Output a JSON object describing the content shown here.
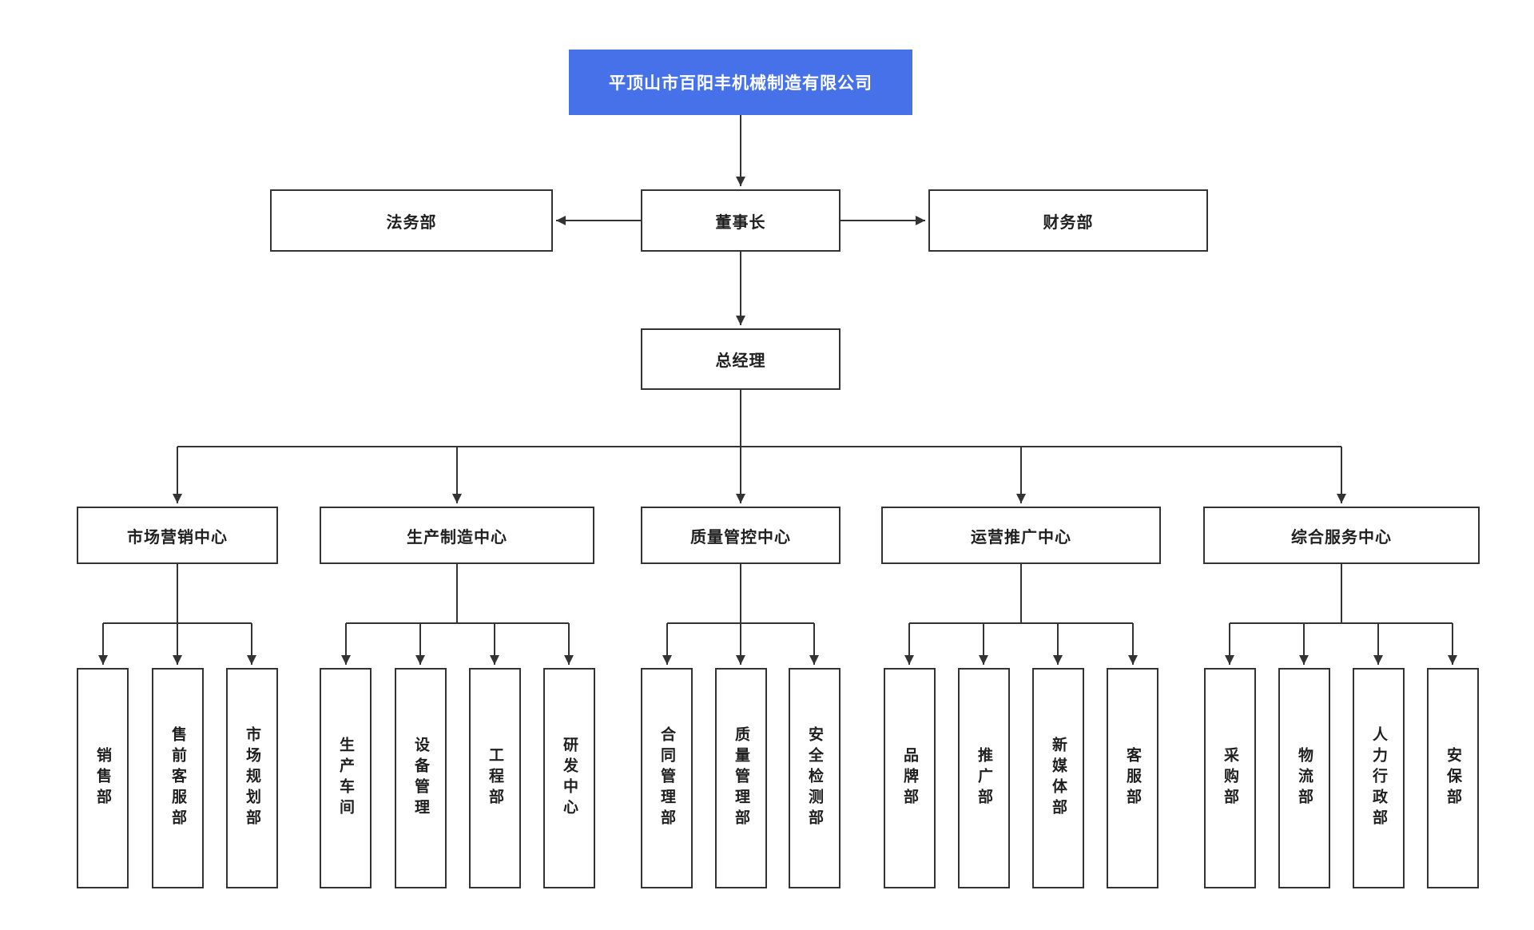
{
  "org_chart": {
    "root": {
      "label": "平顶山市百阳丰机械制造有限公司"
    },
    "level2": {
      "legal": {
        "label": "法务部"
      },
      "chairman": {
        "label": "董事长"
      },
      "finance": {
        "label": "财务部"
      }
    },
    "level3": {
      "general_manager": {
        "label": "总经理"
      }
    },
    "centers": [
      {
        "label": "市场营销中心",
        "departments": [
          {
            "label": "销售部"
          },
          {
            "label": "售前客服部"
          },
          {
            "label": "市场规划部"
          }
        ]
      },
      {
        "label": "生产制造中心",
        "departments": [
          {
            "label": "生产车间"
          },
          {
            "label": "设备管理"
          },
          {
            "label": "工程部"
          },
          {
            "label": "研发中心"
          }
        ]
      },
      {
        "label": "质量管控中心",
        "departments": [
          {
            "label": "合同管理部"
          },
          {
            "label": "质量管理部"
          },
          {
            "label": "安全检测部"
          }
        ]
      },
      {
        "label": "运营推广中心",
        "departments": [
          {
            "label": "品牌部"
          },
          {
            "label": "推广部"
          },
          {
            "label": "新媒体部"
          },
          {
            "label": "客服部"
          }
        ]
      },
      {
        "label": "综合服务中心",
        "departments": [
          {
            "label": "采购部"
          },
          {
            "label": "物流部"
          },
          {
            "label": "人力行政部"
          },
          {
            "label": "安保部"
          }
        ]
      }
    ],
    "colors": {
      "root_bg": "#4671E8",
      "root_text": "#ffffff",
      "box_bg": "#ffffff",
      "box_border": "#333333",
      "box_text": "#1f1f1f",
      "connector": "#333333"
    }
  }
}
